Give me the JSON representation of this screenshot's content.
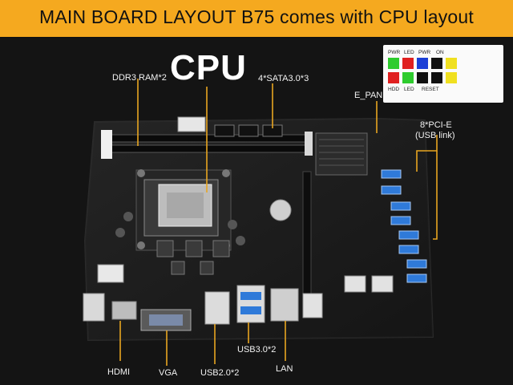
{
  "banner": {
    "title": "MAIN BOARD LAYOUT B75 comes with CPU layout"
  },
  "labels": {
    "cpu": "CPU",
    "ddr3": "DDR3 RAM*2",
    "sata": "4*SATA3.0*3",
    "e_panel": "E_PANEL",
    "pcie_line1": "8*PCI-E",
    "pcie_line2": "(USB link)",
    "hdmi": "HDMI",
    "vga": "VGA",
    "usb2": "USB2.0*2",
    "usb3": "USB3.0*2",
    "lan": "LAN"
  },
  "panel_pins": {
    "top": [
      "PWR",
      "LED",
      "PWR",
      "ON"
    ],
    "bottom": [
      "HDD",
      "LED",
      "RESET"
    ],
    "colors": [
      "#2ecc2e",
      "#e02020",
      "#1b3fd6",
      "#111111",
      "#f0e020"
    ]
  },
  "colors": {
    "banner": "#f5a91f",
    "leader": "#e8a520",
    "board": "#1c1c1c"
  }
}
